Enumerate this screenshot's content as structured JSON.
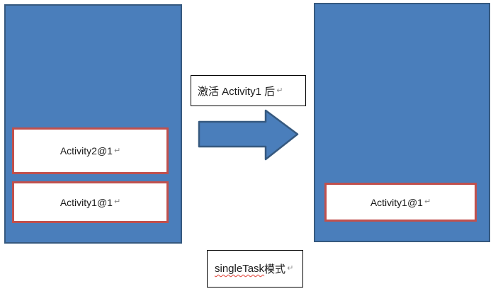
{
  "colors": {
    "stack_fill": "#4a7ebb",
    "stack_border": "#36597f",
    "activity_box_border": "#c0504d",
    "label_border": "#000000",
    "return_mark": "#8a8a8a",
    "spellcheck_squiggle": "#e03c31"
  },
  "left_stack": {
    "boxes": [
      {
        "label": "Activity2@1"
      },
      {
        "label": "Activity1@1"
      }
    ]
  },
  "right_stack": {
    "boxes": [
      {
        "label": "Activity1@1"
      }
    ]
  },
  "transition_label": {
    "text": "激活 Activity1 后"
  },
  "caption": {
    "underlined_word": "singleTask",
    "suffix": " 模式"
  },
  "return_mark": "↵"
}
